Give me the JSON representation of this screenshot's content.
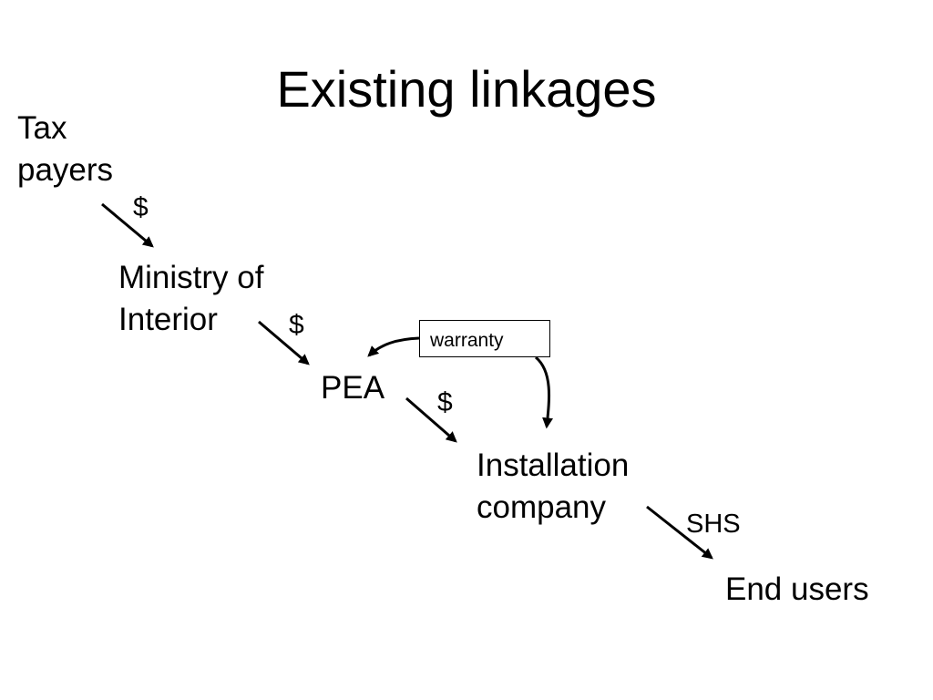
{
  "slide": {
    "title": "Existing linkages"
  },
  "nodes": {
    "tax_payers": {
      "line1": "Tax",
      "line2": "payers"
    },
    "ministry": {
      "line1": "Ministry of",
      "line2": "Interior"
    },
    "pea": {
      "label": "PEA"
    },
    "installation": {
      "line1": "Installation",
      "line2": "company"
    },
    "end_users": {
      "label": "End users"
    }
  },
  "flows": {
    "tax_to_ministry": "$",
    "ministry_to_pea": "$",
    "pea_to_installation": "$",
    "installation_to_users": "SHS"
  },
  "warranty": {
    "label": "warranty"
  }
}
